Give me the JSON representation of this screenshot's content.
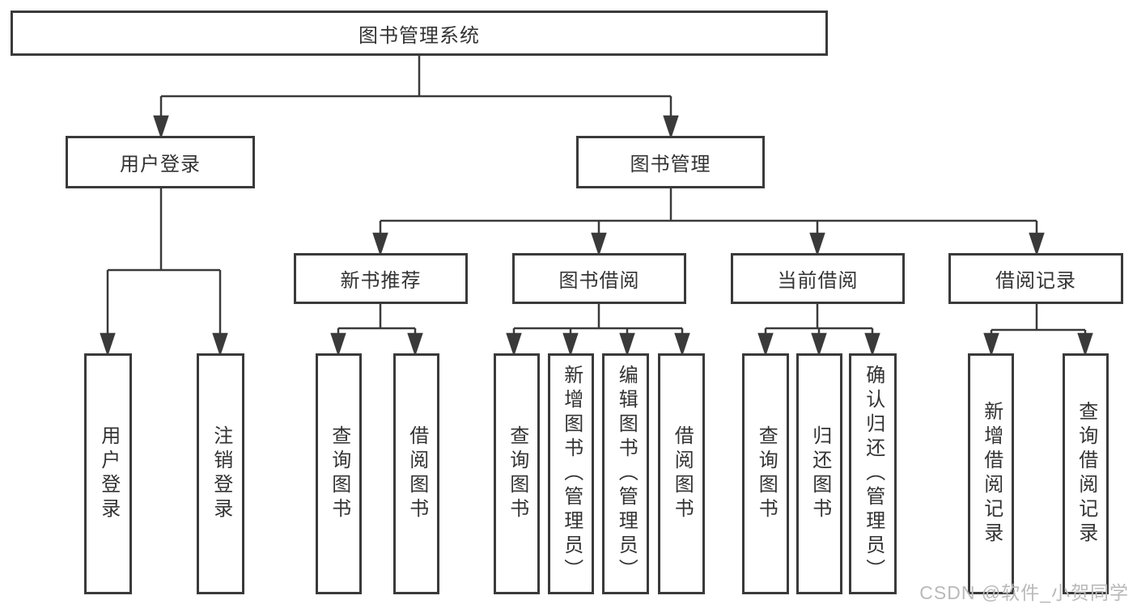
{
  "title": {
    "label": "图书管理系统"
  },
  "level2": [
    {
      "label": "用户登录"
    },
    {
      "label": "图书管理"
    }
  ],
  "level3": [
    {
      "label": "新书推荐"
    },
    {
      "label": "图书借阅"
    },
    {
      "label": "当前借阅"
    },
    {
      "label": "借阅记录"
    }
  ],
  "leaves": {
    "user": [
      "用户登录",
      "注销登录"
    ],
    "recommend": [
      "查询图书",
      "借阅图书"
    ],
    "borrow": [
      "查询图书",
      "新增图书（管理员）",
      "编辑图书（管理员）",
      "借阅图书"
    ],
    "current": [
      "查询图书",
      "归还图书",
      "确认归还（管理员）"
    ],
    "records": [
      "新增借阅记录",
      "查询借阅记录"
    ]
  },
  "watermark": {
    "text": "CSDN @软件_小贺同学"
  },
  "colors": {
    "line": "#3a3a3a",
    "text": "#333333",
    "background": "#ffffff",
    "watermark": "#b9b9b9"
  }
}
